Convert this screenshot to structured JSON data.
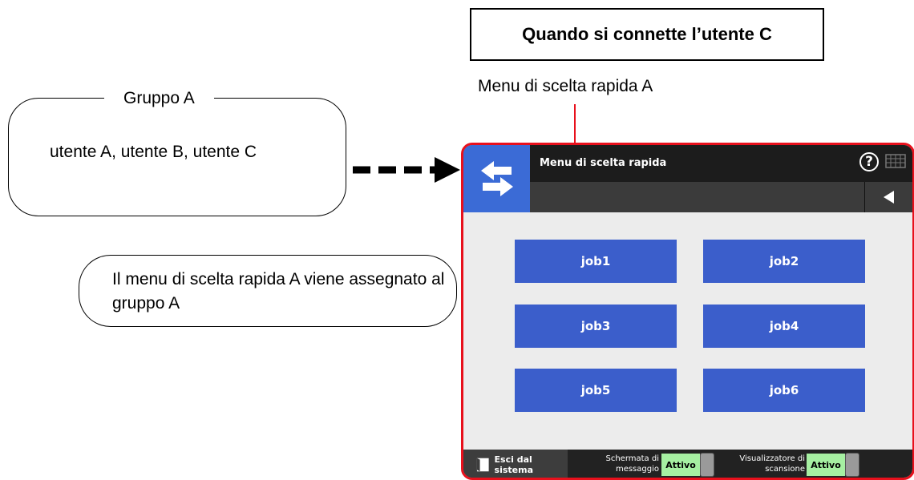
{
  "header": {
    "title": "Quando si connette l’utente C",
    "menu_caption": "Menu di scelta rapida A"
  },
  "group": {
    "title": "Gruppo A",
    "members": "utente A, utente B, utente C"
  },
  "note": {
    "text": "Il menu di scelta rapida A viene assegnato al gruppo A"
  },
  "screen": {
    "title": "Menu di scelta rapida",
    "help_label": "?",
    "jobs": [
      "job1",
      "job2",
      "job3",
      "job4",
      "job5",
      "job6"
    ],
    "logout_label": "Esci dal sistema",
    "message_toggle": {
      "label": "Schermata di messaggio",
      "value": "Attivo"
    },
    "viewer_toggle": {
      "label": "Visualizzatore di scansione",
      "value": "Attivo"
    }
  },
  "colors": {
    "highlight_border": "#e8101c",
    "job_button": "#3b5ecb",
    "toggle_on": "#a6f0a2",
    "logo_bg": "#3b6bd6"
  },
  "icons": [
    "swap-arrows-icon",
    "help-icon",
    "keyboard-icon",
    "back-triangle-icon",
    "logout-icon",
    "dashed-arrow-icon"
  ]
}
